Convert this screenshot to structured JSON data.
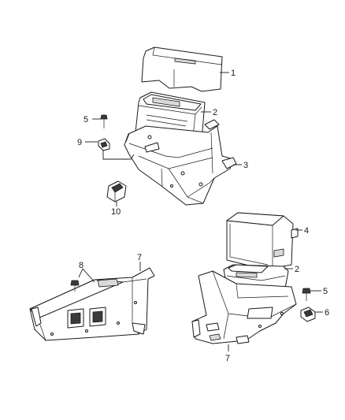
{
  "callouts": {
    "c1": "1",
    "c2_top": "2",
    "c3": "3",
    "c5_top": "5",
    "c9": "9",
    "c10": "10",
    "c4": "4",
    "c2_bottom": "2",
    "c5_bottom": "5",
    "c6": "6",
    "c7_left": "7",
    "c8": "8",
    "c7_bottom": "7"
  }
}
